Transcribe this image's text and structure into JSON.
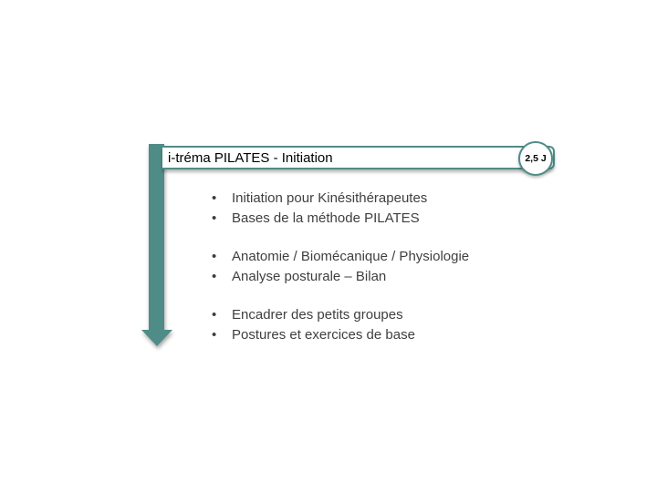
{
  "title": "i-tréma PILATES - Initiation",
  "badge": "2,5 J",
  "bullet_glyph": "•",
  "groups": [
    [
      "Initiation pour Kinésithérapeutes",
      "Bases de la méthode PILATES"
    ],
    [
      "Anatomie / Biomécanique / Physiologie",
      "Analyse posturale – Bilan"
    ],
    [
      "Encadrer des petits groupes",
      "Postures et exercices de base"
    ]
  ],
  "colors": {
    "accent": "#4f8c88",
    "text": "#3f3f3f"
  }
}
